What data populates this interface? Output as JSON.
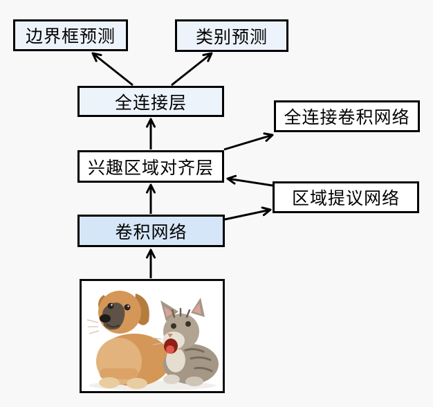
{
  "diagram": {
    "type": "flowchart",
    "boxes": {
      "bbox_pred": {
        "label": "边界框预测",
        "fill": "#edf3fb"
      },
      "class_pred": {
        "label": "类别预测",
        "fill": "#edf3fb"
      },
      "fc_layer": {
        "label": "全连接层",
        "fill": "#edf3fb"
      },
      "fcn": {
        "label": "全连接卷积网络",
        "fill": "#ffffff"
      },
      "roi_align": {
        "label": "兴趣区域对齐层",
        "fill": "#ffffff"
      },
      "rpn": {
        "label": "区域提议网络",
        "fill": "#ffffff"
      },
      "conv_net": {
        "label": "卷积网络",
        "fill": "#d6e6f9"
      }
    },
    "edges": [
      {
        "from": "input_image",
        "to": "conv_net"
      },
      {
        "from": "conv_net",
        "to": "roi_align"
      },
      {
        "from": "conv_net",
        "to": "rpn"
      },
      {
        "from": "rpn",
        "to": "roi_align"
      },
      {
        "from": "roi_align",
        "to": "fc_layer"
      },
      {
        "from": "roi_align",
        "to": "fcn"
      },
      {
        "from": "fc_layer",
        "to": "bbox_pred"
      },
      {
        "from": "fc_layer",
        "to": "class_pred"
      }
    ],
    "input_image": {
      "description": "白色背景上一只浅棕色小狗和一只张嘴的灰色虎斑小猫的照片"
    },
    "colors": {
      "page_background": "#f8f8f8",
      "box_border": "#000000",
      "arrow": "#000000"
    }
  }
}
